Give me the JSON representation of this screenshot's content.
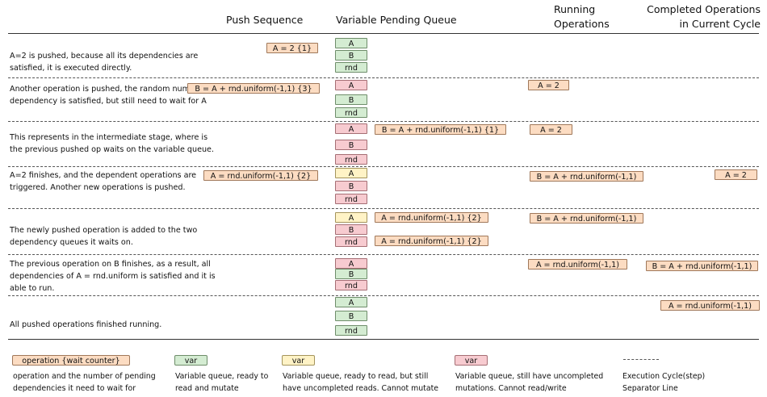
{
  "headers": {
    "push": "Push Sequence",
    "queue": "Variable Pending Queue",
    "running_1": "Running",
    "running_2": "Operations",
    "completed_1": "Completed Operations",
    "completed_2": "in Current Cycle"
  },
  "vars": {
    "a": "A",
    "b": "B",
    "rnd": "rnd"
  },
  "steps": [
    {
      "description": "A=2 is pushed, because all its dependencies are satisfied, it is executed directly.",
      "push": "A = 2 {1}"
    },
    {
      "description": "Another operation is pushed, the random number dependency is satisfied, but still need to wait for A",
      "push": "B = A + rnd.uniform(-1,1) {3}",
      "running": "A = 2"
    },
    {
      "description": "This represents in the intermediate stage, where is the previous pushed op waits on the variable queue.",
      "queued_a": "B = A + rnd.uniform(-1,1) {1}",
      "running": "A = 2"
    },
    {
      "description": "A=2 finishes, and the dependent operations are triggered. Another new operations is pushed.",
      "push": "A = rnd.uniform(-1,1) {2}",
      "running": "B = A + rnd.uniform(-1,1)",
      "completed": "A = 2"
    },
    {
      "description": "The newly pushed operation is added to the two dependency queues it waits on.",
      "queued_a": "A = rnd.uniform(-1,1) {2}",
      "queued_rnd": "A = rnd.uniform(-1,1) {2}",
      "running": "B = A + rnd.uniform(-1,1)"
    },
    {
      "description": "The previous operation on B finishes, as a result, all dependencies of A = rnd.uniform is satisfied and it is able to run.",
      "running": "A = rnd.uniform(-1,1)",
      "completed": "B = A + rnd.uniform(-1,1)"
    },
    {
      "description": "All pushed operations finished running.",
      "completed": "A = rnd.uniform(-1,1)"
    }
  ],
  "legend": {
    "op_label": "operation {wait counter}",
    "op_desc": "operation and the number of pending dependencies it need to wait for",
    "green_label": "var",
    "green_desc": "Variable queue, ready to read and mutate",
    "yellow_label": "var",
    "yellow_desc": "Variable queue, ready to read, but still have uncompleted reads. Cannot mutate",
    "pink_label": "var",
    "pink_desc": "Variable queue, still have uncompleted mutations. Cannot read/write",
    "sep_desc": "Execution Cycle(step) Separator Line"
  },
  "colors": {
    "operation": "#fcdcc2",
    "ready": "#d4ecd2",
    "read_pending": "#fff3c6",
    "mutate_pending": "#f7cbd0"
  }
}
